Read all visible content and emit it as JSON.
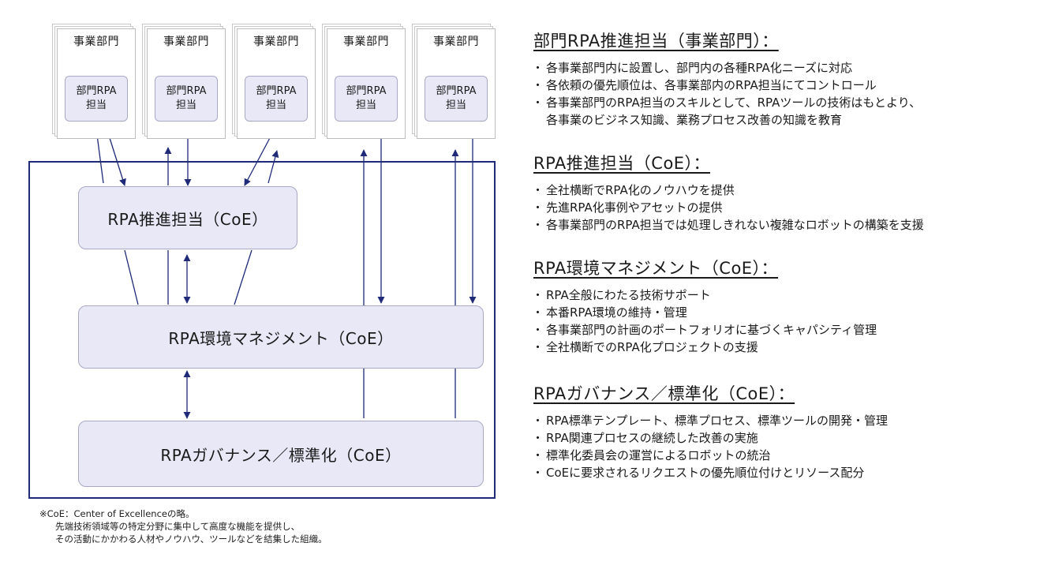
{
  "departments": [
    {
      "label": "事業部門",
      "rpa_box": "部門RPA\n担当"
    },
    {
      "label": "事業部門",
      "rpa_box": "部門RPA\n担当"
    },
    {
      "label": "事業部門",
      "rpa_box": "部門RPA\n担当"
    },
    {
      "label": "事業部門",
      "rpa_box": "部門RPA\n担当"
    },
    {
      "label": "事業部門",
      "rpa_box": "部門RPA\n担当"
    }
  ],
  "coe_boxes": {
    "promotion": "RPA推進担当（CoE）",
    "environment": "RPA環境マネジメント（CoE）",
    "governance": "RPAガバナンス／標準化（CoE）"
  },
  "footnote": {
    "line1": "※CoE：Center of Excellenceの略。",
    "line2": "先端技術領域等の特定分野に集中して高度な機能を提供し、",
    "line3": "その活動にかかわる人材やノウハウ、ツールなどを結集した組織。"
  },
  "sections": [
    {
      "title": "部門RPA推進担当（事業部門）：",
      "bullets": [
        "各事業部門内に設置し、部門内の各種RPA化ニーズに対応",
        "各依頼の優先順位は、各事業部内のRPA担当にてコントロール",
        "各事業部門のRPA担当のスキルとして、RPAツールの技術はもとより、",
        "各事業のビジネス知識、業務プロセス改善の知識を教育"
      ]
    },
    {
      "title": "RPA推進担当（CoE）：",
      "bullets": [
        "全社横断でRPA化のノウハウを提供",
        "先進RPA化事例やアセットの提供",
        "各事業部門のRPA担当では処理しきれない複雑なロボットの構築を支援"
      ]
    },
    {
      "title": "RPA環境マネジメント（CoE）：",
      "bullets": [
        "RPA全般にわたる技術サポート",
        "本番RPA環境の維持・管理",
        "各事業部門の計画のポートフォリオに基づくキャパシティ管理",
        "全社横断でのRPA化プロジェクトの支援"
      ]
    },
    {
      "title": "RPAガバナンス／標準化（CoE）：",
      "bullets": [
        "RPA標準テンプレート、標準プロセス、標準ツールの開発・管理",
        "RPA関連プロセスの継続した改善の実施",
        "標準化委員会の運営によるロボットの統治",
        "CoEに要求されるリクエストの優先順位付けとリソース配分"
      ]
    }
  ],
  "colors": {
    "frame": "#1f2a78",
    "arrow": "#1f2a78",
    "box_fill": "#e8e8f7",
    "box_border": "#a9a9c6"
  }
}
